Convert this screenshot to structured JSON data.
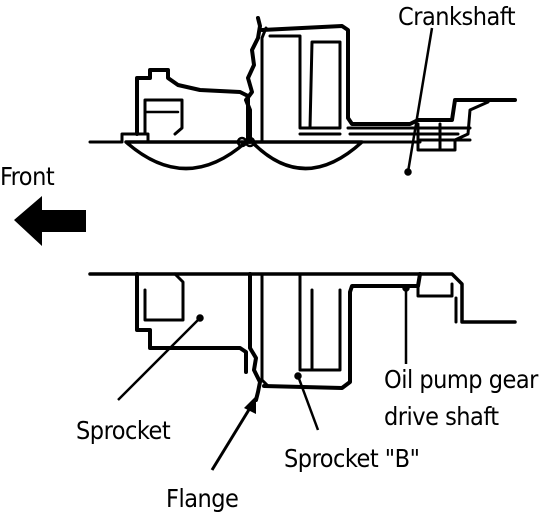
{
  "labels": {
    "crankshaft": "Crankshaft",
    "front": "Front",
    "sprocket": "Sprocket",
    "flange": "Flange",
    "sprocket_b": "Sprocket \"B\"",
    "oil_pump_line1": "Oil pump gear",
    "oil_pump_line2": "drive shaft"
  },
  "colors": {
    "ink": "#000000",
    "paper": "#ffffff"
  },
  "icons": {
    "direction_arrow": "arrow-left-icon"
  }
}
